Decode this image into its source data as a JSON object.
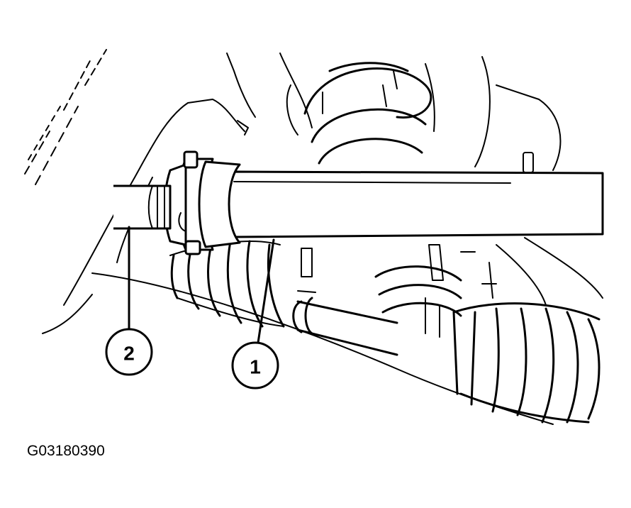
{
  "figure": {
    "id_label": "G03180390",
    "callouts": [
      {
        "number": "1"
      },
      {
        "number": "2"
      }
    ]
  },
  "colors": {
    "ink": "#000000",
    "paper": "#ffffff"
  }
}
